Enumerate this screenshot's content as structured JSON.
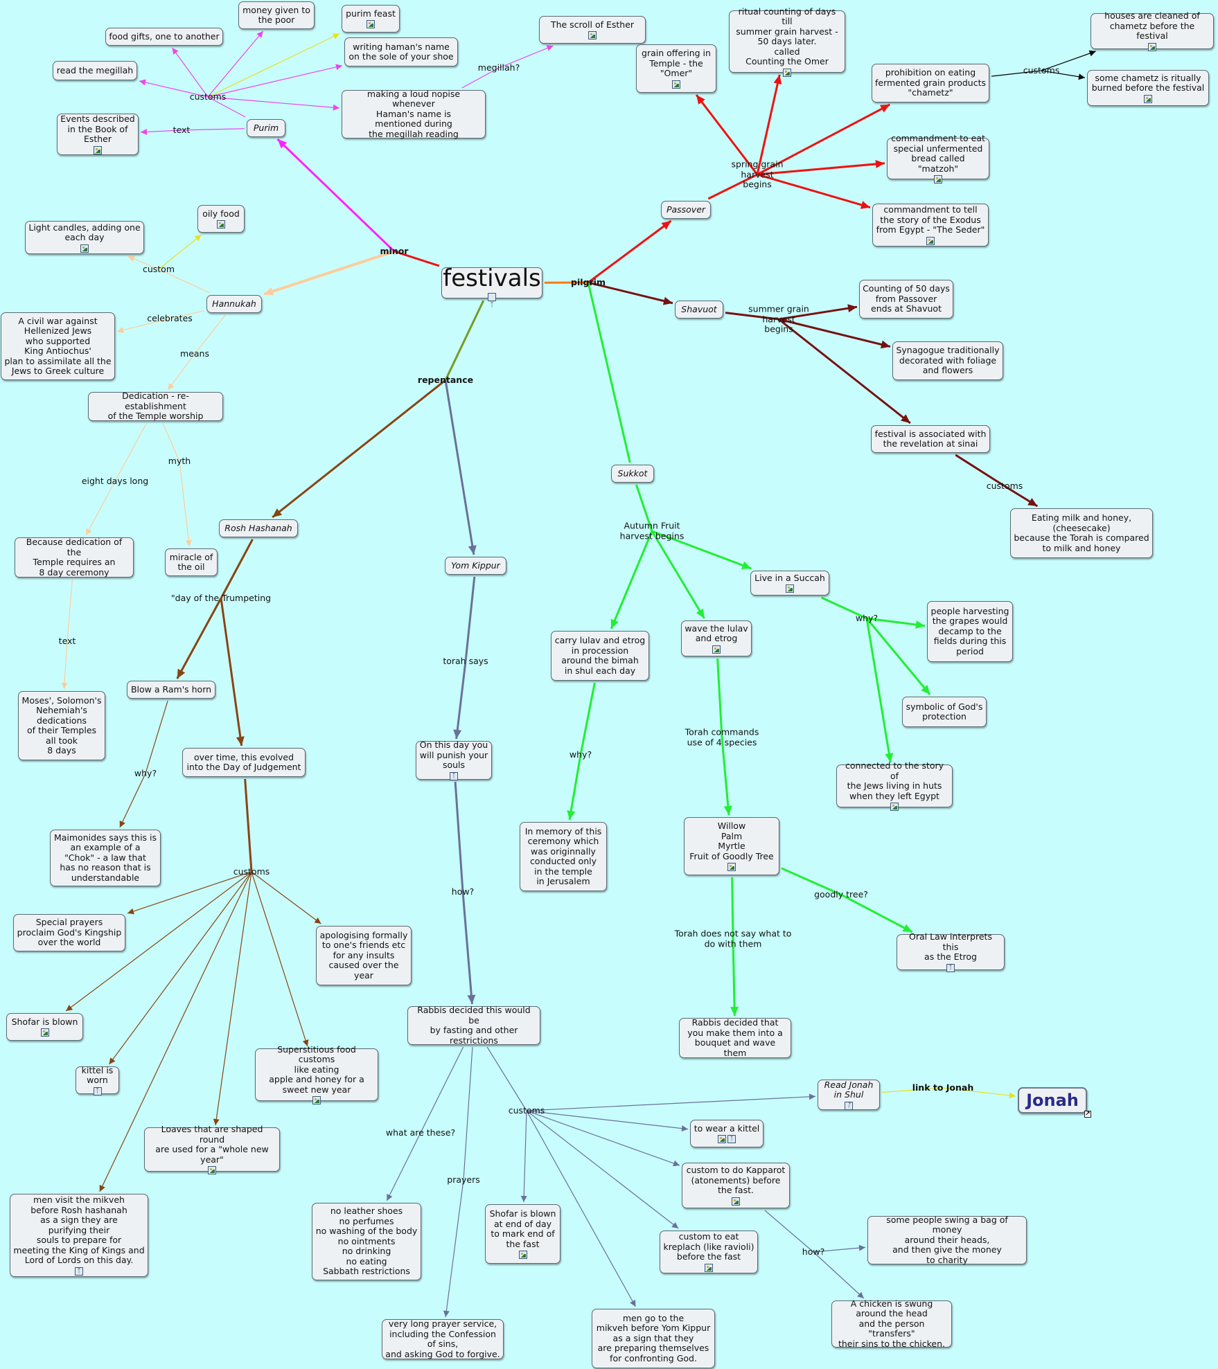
{
  "colors": {
    "background": "#c8fdfd",
    "minor": "#ff22ff",
    "purim": "#ee44ee",
    "hannukah": "#ffcc99",
    "pilgrim": "#ee1111",
    "shavuot": "#771111",
    "sukkot": "#22ee33",
    "repentance": "#7a9a22",
    "rosh": "#884411",
    "yomkippur": "#6a7099",
    "orange": "#ff7711",
    "yellow": "#e8e020",
    "black": "#000000"
  },
  "nodes": [
    {
      "id": "festivals",
      "text": "festivals",
      "style": "root",
      "icons": [
        "people"
      ]
    },
    {
      "id": "purim",
      "text": "Purim",
      "style": "concept"
    },
    {
      "id": "food_gifts",
      "text": "food gifts, one to another"
    },
    {
      "id": "money_poor",
      "text": "money given to\nthe poor"
    },
    {
      "id": "purim_feast",
      "text": "purim feast",
      "icons": [
        "image"
      ]
    },
    {
      "id": "read_megillah",
      "text": "read the megillah"
    },
    {
      "id": "writing_haman",
      "text": "writing haman's name\non the sole of your shoe"
    },
    {
      "id": "loud_noise",
      "text": "making a loud nopise whenever\nHaman's name is\nmentioned during\nthe megillah reading"
    },
    {
      "id": "scroll_esther",
      "text": "The scroll of Esther",
      "icons": [
        "image"
      ]
    },
    {
      "id": "events_esther",
      "text": "Events described\nin the Book of\nEsther",
      "icons": [
        "image"
      ]
    },
    {
      "id": "oily_food",
      "text": "oily food",
      "icons": [
        "image"
      ]
    },
    {
      "id": "light_candles",
      "text": "Light candles, adding one\neach day",
      "icons": [
        "image"
      ]
    },
    {
      "id": "hannukah",
      "text": "Hannukah",
      "style": "concept"
    },
    {
      "id": "civil_war",
      "text": "A civil war against\nHellenized Jews\nwho supported\nKing Antiochus'\nplan to assimilate all the\nJews to Greek culture"
    },
    {
      "id": "dedication",
      "text": "Dedication - re-establishment\nof the Temple worship"
    },
    {
      "id": "because_dedication",
      "text": "Because dedication of the\nTemple requires an\n8 day ceremony"
    },
    {
      "id": "miracle_oil",
      "text": "miracle of\nthe oil"
    },
    {
      "id": "moses_solomon",
      "text": "Moses', Solomon's\nNehemiah's\ndedications\nof their  Temples\nall took\n8 days"
    },
    {
      "id": "passover",
      "text": "Passover",
      "style": "concept"
    },
    {
      "id": "grain_offering",
      "text": "grain offering in\nTemple - the\n\"Omer\"",
      "icons": [
        "image"
      ]
    },
    {
      "id": "ritual_counting",
      "text": "ritual counting of days till\nsummer grain harvest -\n50 days later.\ncalled\nCounting the Omer",
      "icons": [
        "image"
      ]
    },
    {
      "id": "prohibition",
      "text": "prohibition on eating\nfermented grain products\n\"chametz\""
    },
    {
      "id": "houses_cleaned",
      "text": "houses are cleaned of\nchametz before the festival",
      "icons": [
        "image"
      ]
    },
    {
      "id": "chametz_burned",
      "text": "some chametz is ritually\nburned before the festival",
      "icons": [
        "image"
      ]
    },
    {
      "id": "matzoh",
      "text": "commandment to eat\nspecial unfermented\nbread called \"matzoh\"",
      "icons": [
        "image"
      ]
    },
    {
      "id": "seder",
      "text": "commandment to tell\nthe story of the Exodus\nfrom Egypt - \"The Seder\"",
      "icons": [
        "image"
      ]
    },
    {
      "id": "shavuot",
      "text": "Shavuot",
      "style": "concept"
    },
    {
      "id": "counting_50",
      "text": "Counting of 50 days\nfrom Passover\nends at Shavuot"
    },
    {
      "id": "synagogue_foliage",
      "text": "Synagogue traditionally\ndecorated with foliage\nand flowers"
    },
    {
      "id": "revelation_sinai",
      "text": "festival is associated with\nthe revelation at sinai"
    },
    {
      "id": "milk_honey",
      "text": "Eating milk  and honey,\n(cheesecake)\nbecause the Torah is compared\nto milk and honey"
    },
    {
      "id": "sukkot",
      "text": "Sukkot",
      "style": "concept"
    },
    {
      "id": "live_succah",
      "text": "Live in a Succah",
      "icons": [
        "image"
      ]
    },
    {
      "id": "people_harvesting",
      "text": "people harvesting\nthe grapes would\ndecamp to the\nfields during this\nperiod"
    },
    {
      "id": "symbolic_protection",
      "text": "symbolic of God's\nprotection"
    },
    {
      "id": "story_huts",
      "text": "connected to the story of\nthe Jews living in huts\nwhen they left Egypt",
      "icons": [
        "image"
      ]
    },
    {
      "id": "carry_lulav",
      "text": "carry lulav and etrog\nin procession\naround the bimah\nin shul each day"
    },
    {
      "id": "wave_lulav",
      "text": "wave the lulav\nand etrog",
      "icons": [
        "image"
      ]
    },
    {
      "id": "in_memory",
      "text": "In memory of this\nceremony which\nwas originnally\nconducted only\nin the temple\nin Jerusalem"
    },
    {
      "id": "four_species",
      "text": "Willow\nPalm\nMyrtle\nFruit of Goodly Tree",
      "icons": [
        "image"
      ]
    },
    {
      "id": "oral_law",
      "text": "Oral Law interprets this\nas the Etrog",
      "icons": [
        "people"
      ]
    },
    {
      "id": "rabbis_bouquet",
      "text": "Rabbis decided that\nyou make them into a\nbouquet and wave them"
    },
    {
      "id": "rosh_hashanah",
      "text": "Rosh Hashanah",
      "style": "concept"
    },
    {
      "id": "rams_horn",
      "text": "Blow a Ram's horn"
    },
    {
      "id": "maimonides",
      "text": "Maimonides says this is\nan example of a\n\"Chok\" - a law that\nhas no reason that is\nunderstandable"
    },
    {
      "id": "day_judgement",
      "text": "over time, this evolved\ninto the Day of Judgement"
    },
    {
      "id": "special_prayers",
      "text": "Special prayers\nproclaim God's Kingship\nover the world"
    },
    {
      "id": "apologising",
      "text": "apologising formally\nto one's friends etc\nfor any insults\ncaused over the\nyear"
    },
    {
      "id": "shofar_blown",
      "text": "Shofar is blown",
      "icons": [
        "image"
      ]
    },
    {
      "id": "kittel_worn",
      "text": "kittel is\nworn",
      "icons": [
        "people"
      ]
    },
    {
      "id": "superstitious",
      "text": "Superstitious food customs\nlike eating\napple and honey for a\nsweet new year",
      "icons": [
        "image"
      ]
    },
    {
      "id": "loaves_round",
      "text": "Loaves that are shaped round\nare used for a \"whole new\nyear\"",
      "icons": [
        "image"
      ]
    },
    {
      "id": "mikveh_rosh",
      "text": "men visit the mikveh\nbefore Rosh hashanah\nas a sign they are\npurifying their\nsouls to prepare for\nmeeting the King of Kings and\nLord of Lords on this day.",
      "icons": [
        "people"
      ]
    },
    {
      "id": "yom_kippur",
      "text": "Yom Kippur",
      "style": "concept"
    },
    {
      "id": "punish_souls",
      "text": "On this day you\nwill punish your\nsouls",
      "icons": [
        "people"
      ]
    },
    {
      "id": "rabbis_fasting",
      "text": "Rabbis decided this would be\nby fasting and other\nrestrictions"
    },
    {
      "id": "no_leather",
      "text": "no leather shoes\nno perfumes\nno washing of the body\nno ointments\nno drinking\nno eating\nSabbath restrictions"
    },
    {
      "id": "long_prayer",
      "text": "very long prayer service,\nincluding the Confession of sins,\nand asking God to forgive."
    },
    {
      "id": "shofar_end",
      "text": "Shofar is blown\nat end of day\nto mark end of\nthe fast",
      "icons": [
        "image"
      ]
    },
    {
      "id": "mikveh_yk",
      "text": "men go to the\nmikveh before Yom Kippur\nas a sign that they\nare preparing themselves\nfor confronting God."
    },
    {
      "id": "read_jonah",
      "text": "Read Jonah\nin Shul",
      "style": "concept",
      "icons": [
        "people"
      ]
    },
    {
      "id": "jonah",
      "text": "Jonah",
      "style": "jonah",
      "icons": [
        "arrow-link"
      ]
    },
    {
      "id": "wear_kittel",
      "text": "to wear a kittel",
      "icons": [
        "image",
        "people"
      ]
    },
    {
      "id": "kapparot",
      "text": "custom to do Kapparot\n(atonements) before\nthe fast.",
      "icons": [
        "image"
      ]
    },
    {
      "id": "kreplach",
      "text": "custom to eat\nkreplach (like ravioli)\nbefore the fast",
      "icons": [
        "image"
      ]
    },
    {
      "id": "swing_money",
      "text": "some people swing a bag of money\naround their heads,\nand then give the money\nto charity"
    },
    {
      "id": "chicken",
      "text": "A chicken is swung\naround the head\nand the person \"transfers\"\ntheir sins to the chicken."
    }
  ],
  "labels": [
    {
      "id": "minor",
      "text": "minor",
      "style": "bold"
    },
    {
      "id": "pilgrim",
      "text": "pilgrim",
      "style": "bold"
    },
    {
      "id": "repentance",
      "text": "repentance",
      "style": "bold"
    },
    {
      "id": "customs_purim",
      "text": "customs"
    },
    {
      "id": "text_purim",
      "text": "text"
    },
    {
      "id": "megillah_q",
      "text": "megillah?"
    },
    {
      "id": "custom_hannukah",
      "text": "custom"
    },
    {
      "id": "celebrates",
      "text": "celebrates"
    },
    {
      "id": "means",
      "text": "means"
    },
    {
      "id": "eight_days",
      "text": "eight days long"
    },
    {
      "id": "myth",
      "text": "myth"
    },
    {
      "id": "text_hannukah",
      "text": "text"
    },
    {
      "id": "spring_grain",
      "text": "spring grain\nharvest\nbegins"
    },
    {
      "id": "customs_passover",
      "text": "customs"
    },
    {
      "id": "summer_grain",
      "text": "summer grain\nharvest\nbegins"
    },
    {
      "id": "customs_shavuot",
      "text": "customs"
    },
    {
      "id": "autumn_fruit",
      "text": "Autumn Fruit\nharvest begins"
    },
    {
      "id": "why_succah",
      "text": "why?"
    },
    {
      "id": "why_lulav",
      "text": "why?"
    },
    {
      "id": "torah_commands",
      "text": "Torah commands\nuse of 4 species"
    },
    {
      "id": "goodly_tree",
      "text": "goodly tree?"
    },
    {
      "id": "torah_not_say",
      "text": "Torah does not say what to\ndo with them"
    },
    {
      "id": "trumpeting",
      "text": "\"day of the Trumpeting"
    },
    {
      "id": "why_rams",
      "text": "why?"
    },
    {
      "id": "customs_rosh",
      "text": "customs"
    },
    {
      "id": "torah_says",
      "text": "torah says"
    },
    {
      "id": "how_yk",
      "text": "how?"
    },
    {
      "id": "what_are_these",
      "text": "what are these?"
    },
    {
      "id": "prayers",
      "text": "prayers"
    },
    {
      "id": "customs_yk",
      "text": "customs"
    },
    {
      "id": "link_jonah",
      "text": "link to Jonah",
      "style": "bold"
    },
    {
      "id": "how_kapparot",
      "text": "how?"
    }
  ]
}
